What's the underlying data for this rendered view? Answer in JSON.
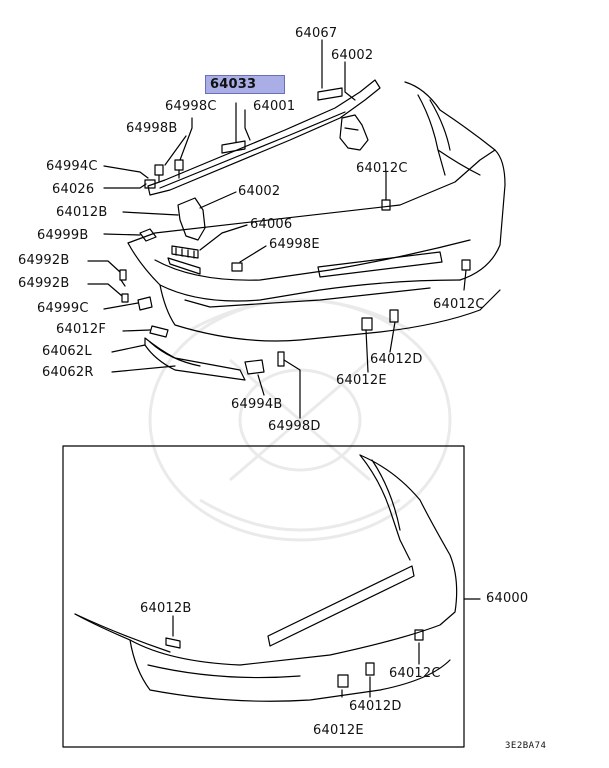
{
  "parts": {
    "p64067": "64067",
    "p64002a": "64002",
    "p64033": "64033",
    "p64998C": "64998C",
    "p64001": "64001",
    "p64998B": "64998B",
    "p64994C": "64994C",
    "p64012C_top": "64012C",
    "p64026": "64026",
    "p64002b": "64002",
    "p64012B": "64012B",
    "p64006": "64006",
    "p64999B": "64999B",
    "p64998E": "64998E",
    "p64992B_1": "64992B",
    "p64992B_2": "64992B",
    "p64012C_right": "64012C",
    "p64999C": "64999C",
    "p64012F": "64012F",
    "p64062L": "64062L",
    "p64062R": "64062R",
    "p64012D": "64012D",
    "p64012E": "64012E",
    "p64994B": "64994B",
    "p64998D": "64998D"
  },
  "assembly": {
    "p64000": "64000",
    "p64012B": "64012B",
    "p64012C": "64012C",
    "p64012D": "64012D",
    "p64012E": "64012E"
  },
  "diagram_code": "3E2BA74",
  "highlight_color": "#a9aee6"
}
